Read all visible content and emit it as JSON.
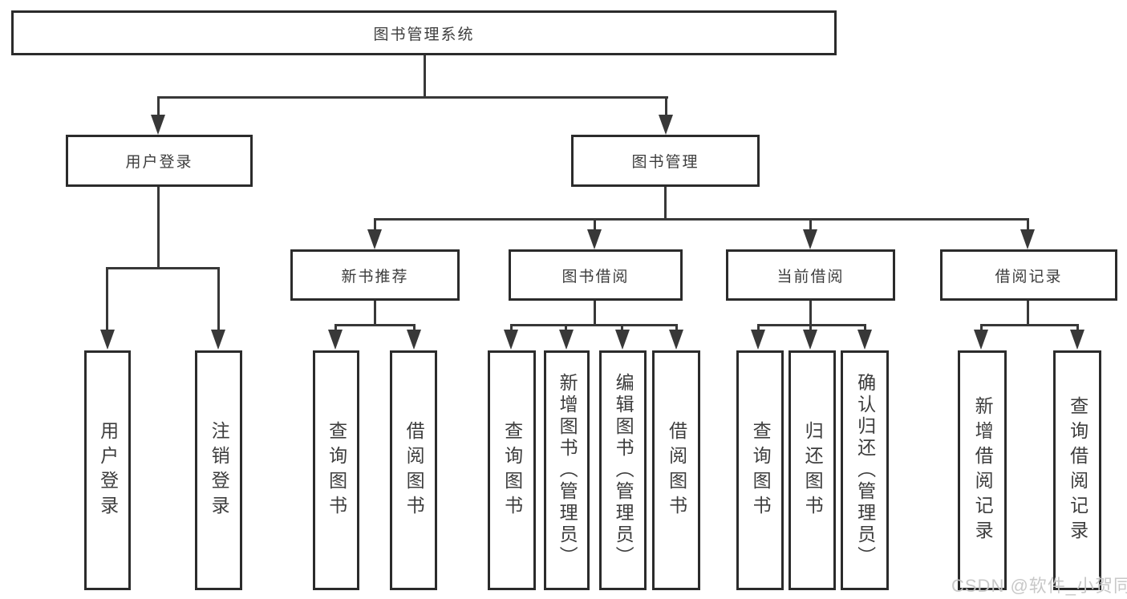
{
  "nodes": {
    "root": "图书管理系统",
    "level2": {
      "user_login": "用户登录",
      "book_management": "图书管理"
    },
    "level3": {
      "new_book_recommend": "新书推荐",
      "book_borrowing": "图书借阅",
      "current_borrowing": "当前借阅",
      "borrowing_records": "借阅记录"
    },
    "leaves": [
      "用户登录",
      "注销登录",
      "查询图书",
      "借阅图书",
      "查询图书",
      "新增图书（管理员）",
      "编辑图书（管理员）",
      "借阅图书",
      "查询图书",
      "归还图书",
      "确认归还（管理员）",
      "新增借阅记录",
      "查询借阅记录"
    ]
  },
  "watermark": {
    "text": "CSDN @软件_小贺同学"
  },
  "colors": {
    "background": "#ffffff",
    "box_border": "#2b2b2b",
    "connector_line": "#383838",
    "text": "#3d3d3d",
    "watermark": "#c5c5c5"
  }
}
